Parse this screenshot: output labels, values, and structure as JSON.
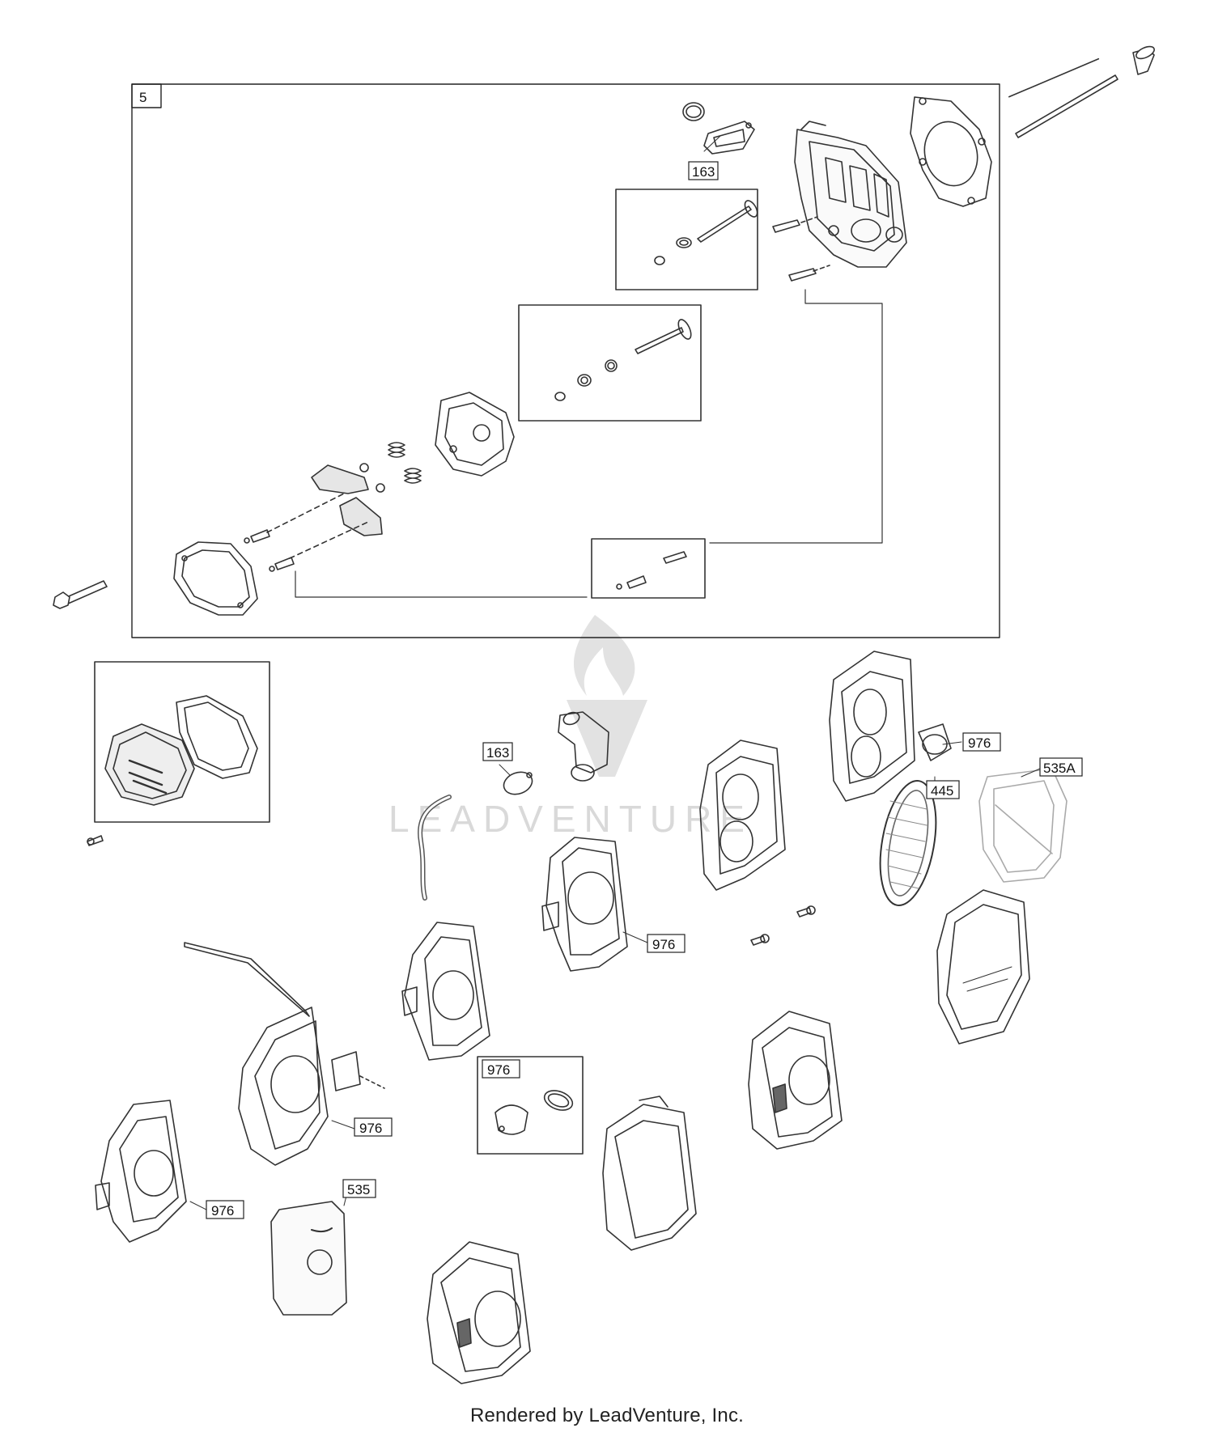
{
  "diagram": {
    "group_label": "5",
    "callouts": {
      "c163_top": "163",
      "c163_mid": "163",
      "c976_a": "976",
      "c976_b": "976",
      "c976_c": "976",
      "c976_d": "976",
      "c976_e": "976",
      "c445": "445",
      "c535a": "535A",
      "c535": "535"
    },
    "watermark": "LEADVENTURE"
  },
  "footer": "Rendered by LeadVenture, Inc.",
  "colors": {
    "line": "#333333",
    "watermark": "#d9d9d9",
    "shade": "#777777"
  }
}
